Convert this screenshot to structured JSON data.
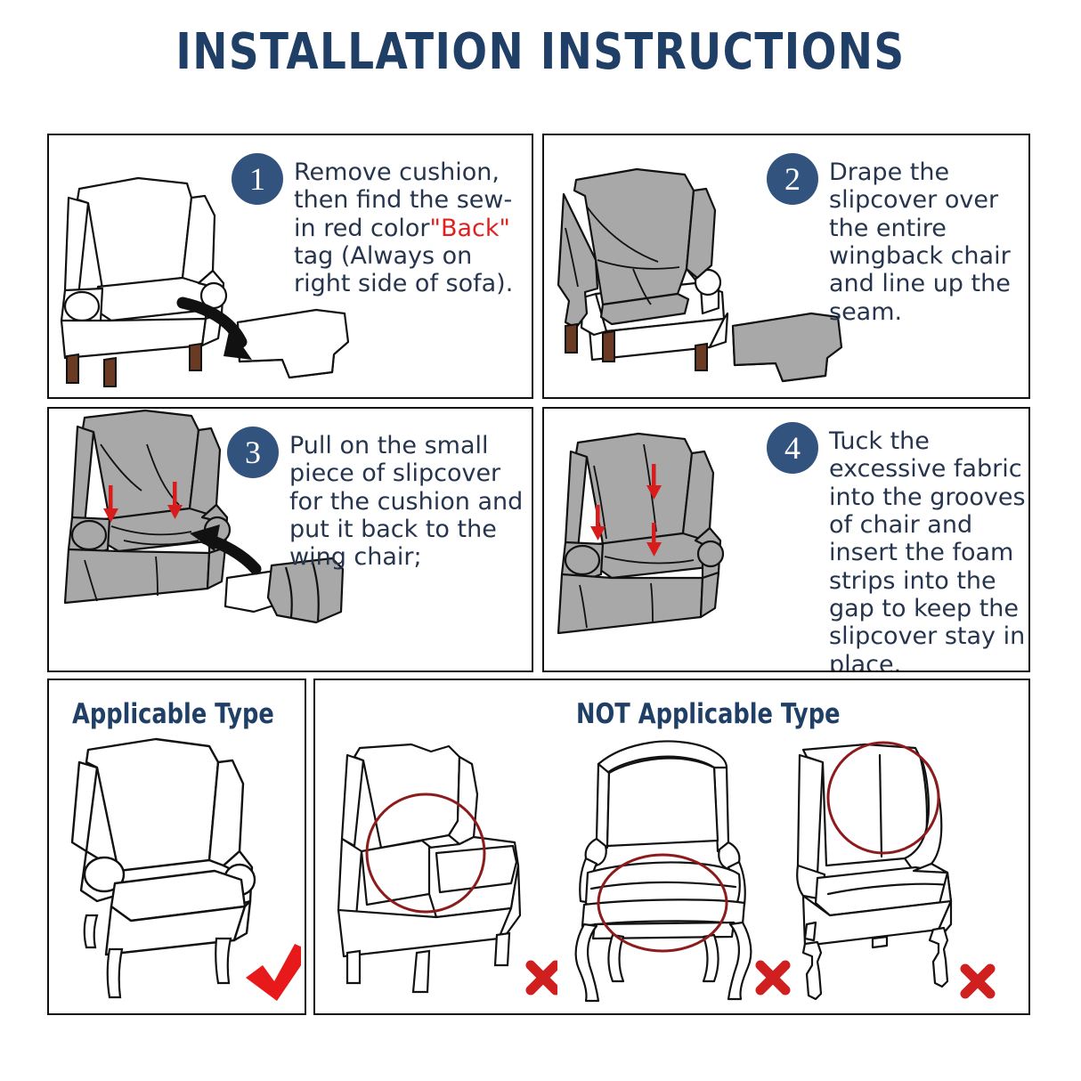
{
  "header": {
    "title": "INSTALLATION INSTRUCTIONS",
    "title_color": "#1f3f66"
  },
  "colors": {
    "badge_navy": "#33537f",
    "text_navy": "#26354d",
    "accent_red": "#e02020",
    "mark_red": "#e8191a",
    "circle_red": "#8c1c1c",
    "slipcover_gray": "#a8a8a8",
    "leg_brown": "#6b3a22"
  },
  "steps": [
    {
      "number": "1",
      "text_parts": [
        {
          "t": "Remove cushion, then find the sew-in red color",
          "red": false
        },
        {
          "t": "\"Back\"",
          "red": true
        },
        {
          "t": " tag (Always on right side of sofa).",
          "red": false
        }
      ],
      "text": "Remove cushion, then find the sew-in red color\"Back\" tag (Always on right side of sofa).",
      "illustration": "white-wingback-chair-with-cushion-removed-arrow"
    },
    {
      "number": "2",
      "text": "Drape the slipcover over the entire wingback chair and line up the seam.",
      "illustration": "gray-slipcover-draped-over-chair-with-cushion-cover-on-floor"
    },
    {
      "number": "3",
      "text": "Pull on the small piece of slipcover for the cushion and put it back to the wing chair;",
      "illustration": "gray-covered-chair-red-down-arrows-cushion-returning-arrow"
    },
    {
      "number": "4",
      "text": "Tuck the excessive fabric into the grooves of chair and insert the foam strips into the gap to keep the slipcover stay in place.",
      "illustration": "fully-covered-gray-chair-with-red-tuck-arrows"
    }
  ],
  "applicable": {
    "title": "Applicable Type",
    "mark": "check",
    "illustration": "white-outline-wingback-chair"
  },
  "not_applicable": {
    "title": "NOT Applicable Type",
    "items": [
      {
        "mark": "cross",
        "illustration": "recliner-wingback-with-flat-arms",
        "highlight": "circle-on-arm"
      },
      {
        "mark": "cross",
        "illustration": "french-bergere-open-frame-chair",
        "highlight": "ellipse-on-seat"
      },
      {
        "mark": "cross",
        "illustration": "barrel-back-chair-turned-legs",
        "highlight": "circle-on-back"
      }
    ]
  }
}
